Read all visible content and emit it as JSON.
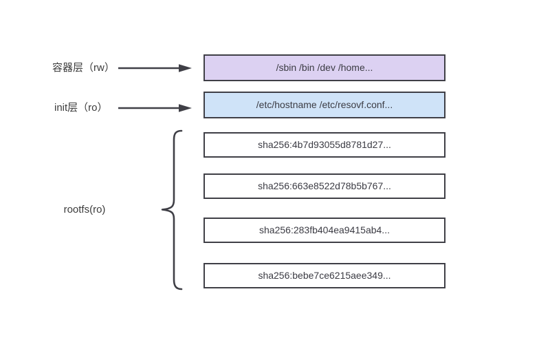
{
  "diagram": {
    "title_hint": "docker-container-layers",
    "colors": {
      "background": "#ffffff",
      "stroke": "#3f3f46",
      "text": "#3b3b43",
      "container_layer_fill": "#dcd1f2",
      "init_layer_fill": "#cfe3f8",
      "image_layer_fill": "#ffffff"
    },
    "layers": {
      "container": {
        "label": "容器层（rw）",
        "box_text": "/sbin /bin /dev /home..."
      },
      "init": {
        "label": "init层（ro）",
        "box_text": "/etc/hostname /etc/resovf.conf..."
      },
      "rootfs": {
        "label": "rootfs(ro)",
        "items": [
          "sha256:4b7d93055d8781d27...",
          "sha256:663e8522d78b5b767...",
          "sha256:283fb404ea9415ab4...",
          "sha256:bebe7ce6215aee349..."
        ]
      }
    }
  }
}
